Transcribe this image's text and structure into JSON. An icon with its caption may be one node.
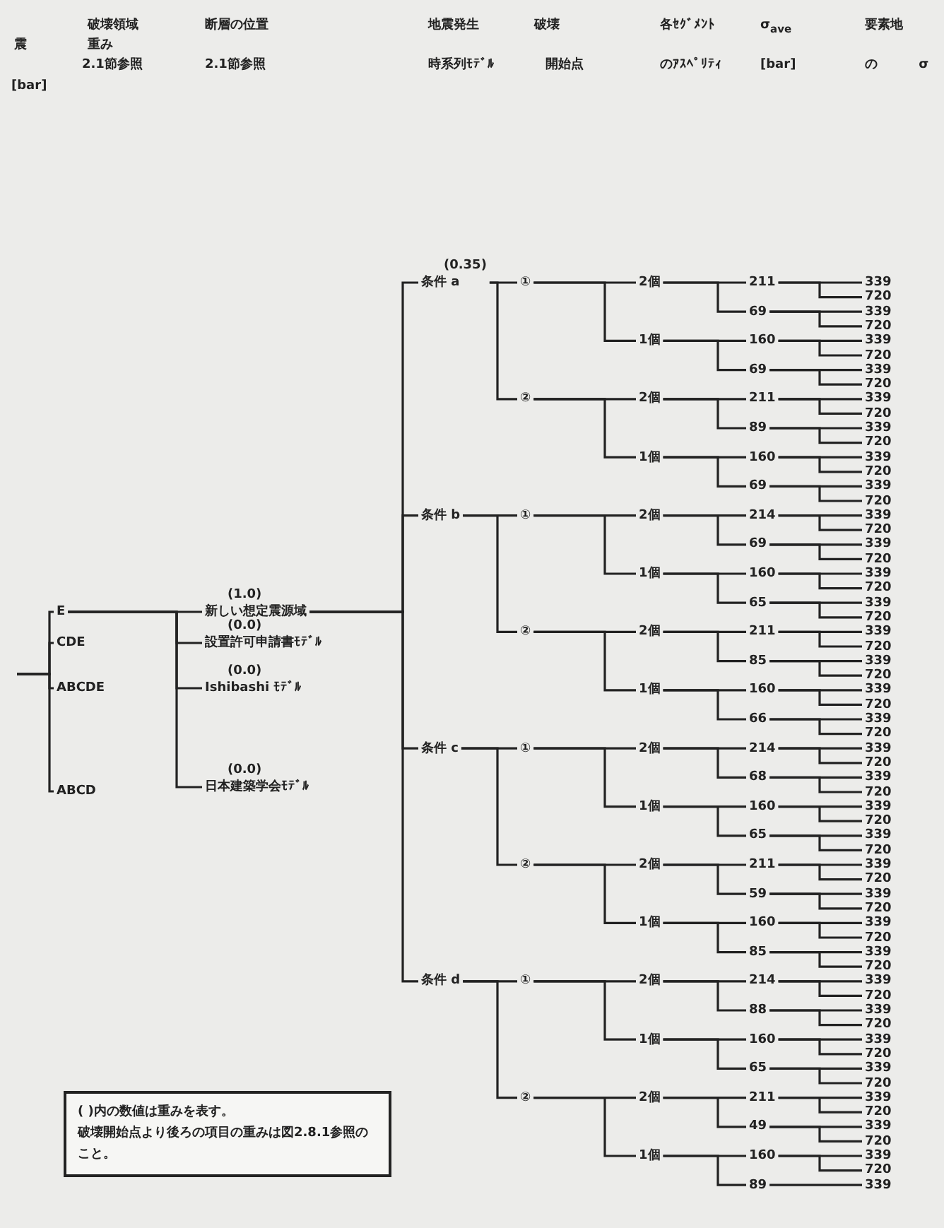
{
  "diagram": {
    "nodes": [
      {
        "text": [
          "E"
        ]
      },
      {
        "text": [
          "CDE"
        ]
      },
      {
        "text": [
          "ABCDE"
        ]
      },
      {
        "text": [
          "ABCD"
        ]
      },
      {
        "text": [
          "(1.0)",
          "新しい想定震源域"
        ]
      },
      {
        "text": [
          "(0.0)",
          "設置許可申請書ﾓﾃﾞﾙ"
        ]
      },
      {
        "text": [
          "(0.0)",
          "Ishibashi ﾓﾃﾞﾙ"
        ]
      },
      {
        "text": [
          "(0.0)",
          "日本建築学会ﾓﾃﾞﾙ"
        ]
      },
      {
        "text": [
          "(0.35)",
          "条件 a"
        ]
      },
      {
        "text": [
          "条件 b"
        ]
      },
      {
        "text": [
          "条件 c"
        ]
      },
      {
        "text": [
          "条件 d"
        ]
      },
      {
        "text": [
          "①"
        ]
      },
      {
        "text": [
          "②"
        ]
      },
      {
        "text": [
          "①"
        ]
      },
      {
        "text": [
          "②"
        ]
      },
      {
        "text": [
          "①"
        ]
      },
      {
        "text": [
          "②"
        ]
      },
      {
        "text": [
          "①"
        ]
      },
      {
        "text": [
          "②"
        ]
      },
      {
        "text": [
          "2個"
        ]
      },
      {
        "text": [
          "1個"
        ]
      },
      {
        "text": [
          "2個"
        ]
      },
      {
        "text": [
          "1個"
        ]
      },
      {
        "text": [
          "2個"
        ]
      },
      {
        "text": [
          "1個"
        ]
      },
      {
        "text": [
          "2個"
        ]
      },
      {
        "text": [
          "1個"
        ]
      },
      {
        "text": [
          "2個"
        ]
      },
      {
        "text": [
          "1個"
        ]
      },
      {
        "text": [
          "2個"
        ]
      },
      {
        "text": [
          "1個"
        ]
      },
      {
        "text": [
          "2個"
        ]
      },
      {
        "text": [
          "1個"
        ]
      },
      {
        "text": [
          "2個"
        ]
      },
      {
        "text": [
          "1個"
        ]
      },
      {
        "text": [
          "211"
        ]
      },
      {
        "text": [
          "69"
        ]
      },
      {
        "text": [
          "160"
        ]
      },
      {
        "text": [
          "69"
        ]
      },
      {
        "text": [
          "211"
        ]
      },
      {
        "text": [
          "89"
        ]
      },
      {
        "text": [
          "160"
        ]
      },
      {
        "text": [
          "69"
        ]
      },
      {
        "text": [
          "214"
        ]
      },
      {
        "text": [
          "69"
        ]
      },
      {
        "text": [
          "160"
        ]
      },
      {
        "text": [
          "65"
        ]
      },
      {
        "text": [
          "211"
        ]
      },
      {
        "text": [
          "85"
        ]
      },
      {
        "text": [
          "160"
        ]
      },
      {
        "text": [
          "66"
        ]
      },
      {
        "text": [
          "214"
        ]
      },
      {
        "text": [
          "68"
        ]
      },
      {
        "text": [
          "160"
        ]
      },
      {
        "text": [
          "65"
        ]
      },
      {
        "text": [
          "211"
        ]
      },
      {
        "text": [
          "59"
        ]
      },
      {
        "text": [
          "160"
        ]
      },
      {
        "text": [
          "85"
        ]
      },
      {
        "text": [
          "214"
        ]
      },
      {
        "text": [
          "88"
        ]
      },
      {
        "text": [
          "160"
        ]
      },
      {
        "text": [
          "65"
        ]
      },
      {
        "text": [
          "211"
        ]
      },
      {
        "text": [
          "49"
        ]
      },
      {
        "text": [
          "160"
        ]
      },
      {
        "text": [
          "89"
        ]
      },
      {
        "text": [
          "339"
        ]
      },
      {
        "text": [
          "720"
        ]
      },
      {
        "text": [
          "339"
        ]
      },
      {
        "text": [
          "720"
        ]
      },
      {
        "text": [
          "339"
        ]
      },
      {
        "text": [
          "720"
        ]
      },
      {
        "text": [
          "339"
        ]
      },
      {
        "text": [
          "720"
        ]
      },
      {
        "text": [
          "339"
        ]
      },
      {
        "text": [
          "720"
        ]
      },
      {
        "text": [
          "339"
        ]
      },
      {
        "text": [
          "720"
        ]
      },
      {
        "text": [
          "339"
        ]
      },
      {
        "text": [
          "720"
        ]
      },
      {
        "text": [
          "339"
        ]
      },
      {
        "text": [
          "720"
        ]
      },
      {
        "text": [
          "339"
        ]
      },
      {
        "text": [
          "720"
        ]
      },
      {
        "text": [
          "339"
        ]
      },
      {
        "text": [
          "720"
        ]
      },
      {
        "text": [
          "339"
        ]
      },
      {
        "text": [
          "720"
        ]
      },
      {
        "text": [
          "339"
        ]
      },
      {
        "text": [
          "720"
        ]
      },
      {
        "text": [
          "339"
        ]
      },
      {
        "text": [
          "720"
        ]
      },
      {
        "text": [
          "339"
        ]
      },
      {
        "text": [
          "720"
        ]
      },
      {
        "text": [
          "339"
        ]
      },
      {
        "text": [
          "720"
        ]
      },
      {
        "text": [
          "339"
        ]
      },
      {
        "text": [
          "720"
        ]
      },
      {
        "text": [
          "339"
        ]
      },
      {
        "text": [
          "720"
        ]
      },
      {
        "text": [
          "339"
        ]
      },
      {
        "text": [
          "720"
        ]
      },
      {
        "text": [
          "339"
        ]
      },
      {
        "text": [
          "720"
        ]
      },
      {
        "text": [
          "339"
        ]
      },
      {
        "text": [
          "720"
        ]
      },
      {
        "text": [
          "339"
        ]
      },
      {
        "text": [
          "720"
        ]
      },
      {
        "text": [
          "339"
        ]
      },
      {
        "text": [
          "720"
        ]
      },
      {
        "text": [
          "339"
        ]
      },
      {
        "text": [
          "720"
        ]
      },
      {
        "text": [
          "339"
        ]
      },
      {
        "text": [
          "720"
        ]
      },
      {
        "text": [
          "339"
        ]
      },
      {
        "text": [
          "720"
        ]
      },
      {
        "text": [
          "339"
        ]
      },
      {
        "text": [
          "720"
        ]
      },
      {
        "text": [
          "339"
        ]
      },
      {
        "text": [
          "720"
        ]
      },
      {
        "text": [
          "339"
        ]
      },
      {
        "text": [
          "720"
        ]
      },
      {
        "text": [
          "339"
        ]
      },
      {
        "text": [
          "720"
        ]
      },
      {
        "text": [
          "339"
        ]
      },
      {
        "text": [
          "720"
        ]
      },
      {
        "text": [
          "339"
        ]
      },
      {
        "text": [
          "720"
        ]
      },
      {
        "text": [
          "339"
        ]
      },
      {
        "text": [
          "( )内の数値は重みを表す。",
          "破壊開始点より後ろの項目の重みは図2.8.1参照のこと。"
        ]
      }
    ],
    "edges": [
      {
        "from": null,
        "to": 0,
        "arrow": "none"
      },
      {
        "from": null,
        "to": 1,
        "arrow": "none"
      },
      {
        "from": null,
        "to": 2,
        "arrow": "none"
      },
      {
        "from": null,
        "to": 3,
        "arrow": "none"
      },
      {
        "from": 0,
        "to": 4,
        "arrow": "none"
      },
      {
        "from": 0,
        "to": 5,
        "arrow": "none"
      },
      {
        "from": 0,
        "to": 6,
        "arrow": "none"
      },
      {
        "from": 0,
        "to": 7,
        "arrow": "none"
      },
      {
        "from": 4,
        "to": 8,
        "arrow": "none"
      },
      {
        "from": 4,
        "to": 9,
        "arrow": "none"
      },
      {
        "from": 4,
        "to": 10,
        "arrow": "none"
      },
      {
        "from": 4,
        "to": 11,
        "arrow": "none"
      },
      {
        "from": 8,
        "to": 12,
        "arrow": "none"
      },
      {
        "from": 8,
        "to": 13,
        "arrow": "none"
      },
      {
        "from": 9,
        "to": 14,
        "arrow": "none"
      },
      {
        "from": 9,
        "to": 15,
        "arrow": "none"
      },
      {
        "from": 10,
        "to": 16,
        "arrow": "none"
      },
      {
        "from": 10,
        "to": 17,
        "arrow": "none"
      },
      {
        "from": 11,
        "to": 18,
        "arrow": "none"
      },
      {
        "from": 11,
        "to": 19,
        "arrow": "none"
      },
      {
        "from": 12,
        "to": 20,
        "arrow": "none"
      },
      {
        "from": 12,
        "to": 21,
        "arrow": "none"
      },
      {
        "from": 13,
        "to": 22,
        "arrow": "none"
      },
      {
        "from": 13,
        "to": 23,
        "arrow": "none"
      },
      {
        "from": 14,
        "to": 24,
        "arrow": "none"
      },
      {
        "from": 14,
        "to": 25,
        "arrow": "none"
      },
      {
        "from": 15,
        "to": 26,
        "arrow": "none"
      },
      {
        "from": 15,
        "to": 27,
        "arrow": "none"
      },
      {
        "from": 16,
        "to": 28,
        "arrow": "none"
      },
      {
        "from": 16,
        "to": 29,
        "arrow": "none"
      },
      {
        "from": 17,
        "to": 30,
        "arrow": "none"
      },
      {
        "from": 17,
        "to": 31,
        "arrow": "none"
      },
      {
        "from": 18,
        "to": 32,
        "arrow": "none"
      },
      {
        "from": 18,
        "to": 33,
        "arrow": "none"
      },
      {
        "from": 19,
        "to": 34,
        "arrow": "none"
      },
      {
        "from": 19,
        "to": 35,
        "arrow": "none"
      },
      {
        "from": 20,
        "to": 36,
        "arrow": "none"
      },
      {
        "from": 20,
        "to": 37,
        "arrow": "none"
      },
      {
        "from": 21,
        "to": 38,
        "arrow": "none"
      },
      {
        "from": 21,
        "to": 39,
        "arrow": "none"
      },
      {
        "from": 22,
        "to": 40,
        "arrow": "none"
      },
      {
        "from": 22,
        "to": 41,
        "arrow": "none"
      },
      {
        "from": 23,
        "to": 42,
        "arrow": "none"
      },
      {
        "from": 23,
        "to": 43,
        "arrow": "none"
      },
      {
        "from": 24,
        "to": 44,
        "arrow": "none"
      },
      {
        "from": 24,
        "to": 45,
        "arrow": "none"
      },
      {
        "from": 25,
        "to": 46,
        "arrow": "none"
      },
      {
        "from": 25,
        "to": 47,
        "arrow": "none"
      },
      {
        "from": 26,
        "to": 48,
        "arrow": "none"
      },
      {
        "from": 26,
        "to": 49,
        "arrow": "none"
      },
      {
        "from": 27,
        "to": 50,
        "arrow": "none"
      },
      {
        "from": 27,
        "to": 51,
        "arrow": "none"
      },
      {
        "from": 28,
        "to": 52,
        "arrow": "none"
      },
      {
        "from": 28,
        "to": 53,
        "arrow": "none"
      },
      {
        "from": 29,
        "to": 54,
        "arrow": "none"
      },
      {
        "from": 29,
        "to": 55,
        "arrow": "none"
      },
      {
        "from": 30,
        "to": 56,
        "arrow": "none"
      },
      {
        "from": 30,
        "to": 57,
        "arrow": "none"
      },
      {
        "from": 31,
        "to": 58,
        "arrow": "none"
      },
      {
        "from": 31,
        "to": 59,
        "arrow": "none"
      },
      {
        "from": 32,
        "to": 60,
        "arrow": "none"
      },
      {
        "from": 32,
        "to": 61,
        "arrow": "none"
      },
      {
        "from": 33,
        "to": 62,
        "arrow": "none"
      },
      {
        "from": 33,
        "to": 63,
        "arrow": "none"
      },
      {
        "from": 34,
        "to": 64,
        "arrow": "none"
      },
      {
        "from": 34,
        "to": 65,
        "arrow": "none"
      },
      {
        "from": 35,
        "to": 66,
        "arrow": "none"
      },
      {
        "from": 35,
        "to": 67,
        "arrow": "none"
      },
      {
        "from": 36,
        "to": 68,
        "arrow": "none"
      },
      {
        "from": 36,
        "to": 69,
        "arrow": "none"
      },
      {
        "from": 37,
        "to": 70,
        "arrow": "none"
      },
      {
        "from": 37,
        "to": 71,
        "arrow": "none"
      },
      {
        "from": 38,
        "to": 72,
        "arrow": "none"
      },
      {
        "from": 38,
        "to": 73,
        "arrow": "none"
      },
      {
        "from": 39,
        "to": 74,
        "arrow": "none"
      },
      {
        "from": 39,
        "to": 75,
        "arrow": "none"
      },
      {
        "from": 40,
        "to": 76,
        "arrow": "none"
      },
      {
        "from": 40,
        "to": 77,
        "arrow": "none"
      },
      {
        "from": 41,
        "to": 78,
        "arrow": "none"
      },
      {
        "from": 41,
        "to": 79,
        "arrow": "none"
      },
      {
        "from": 42,
        "to": 80,
        "arrow": "none"
      },
      {
        "from": 42,
        "to": 81,
        "arrow": "none"
      },
      {
        "from": 43,
        "to": 82,
        "arrow": "none"
      },
      {
        "from": 43,
        "to": 83,
        "arrow": "none"
      },
      {
        "from": 44,
        "to": 84,
        "arrow": "none"
      },
      {
        "from": 44,
        "to": 85,
        "arrow": "none"
      },
      {
        "from": 45,
        "to": 86,
        "arrow": "none"
      },
      {
        "from": 45,
        "to": 87,
        "arrow": "none"
      },
      {
        "from": 46,
        "to": 88,
        "arrow": "none"
      },
      {
        "from": 46,
        "to": 89,
        "arrow": "none"
      },
      {
        "from": 47,
        "to": 90,
        "arrow": "none"
      },
      {
        "from": 47,
        "to": 91,
        "arrow": "none"
      },
      {
        "from": 48,
        "to": 92,
        "arrow": "none"
      },
      {
        "from": 48,
        "to": 93,
        "arrow": "none"
      },
      {
        "from": 49,
        "to": 94,
        "arrow": "none"
      },
      {
        "from": 49,
        "to": 95,
        "arrow": "none"
      },
      {
        "from": 50,
        "to": 96,
        "arrow": "none"
      },
      {
        "from": 50,
        "to": 97,
        "arrow": "none"
      },
      {
        "from": 51,
        "to": 98,
        "arrow": "none"
      },
      {
        "from": 51,
        "to": 99,
        "arrow": "none"
      },
      {
        "from": 52,
        "to": 100,
        "arrow": "none"
      },
      {
        "from": 52,
        "to": 101,
        "arrow": "none"
      },
      {
        "from": 53,
        "to": 102,
        "arrow": "none"
      },
      {
        "from": 53,
        "to": 103,
        "arrow": "none"
      },
      {
        "from": 54,
        "to": 104,
        "arrow": "none"
      },
      {
        "from": 54,
        "to": 105,
        "arrow": "none"
      },
      {
        "from": 55,
        "to": 106,
        "arrow": "none"
      },
      {
        "from": 55,
        "to": 107,
        "arrow": "none"
      },
      {
        "from": 56,
        "to": 108,
        "arrow": "none"
      },
      {
        "from": 56,
        "to": 109,
        "arrow": "none"
      },
      {
        "from": 57,
        "to": 110,
        "arrow": "none"
      },
      {
        "from": 57,
        "to": 111,
        "arrow": "none"
      },
      {
        "from": 58,
        "to": 112,
        "arrow": "none"
      },
      {
        "from": 58,
        "to": 113,
        "arrow": "none"
      },
      {
        "from": 59,
        "to": 114,
        "arrow": "none"
      },
      {
        "from": 59,
        "to": 115,
        "arrow": "none"
      },
      {
        "from": 60,
        "to": 116,
        "arrow": "none"
      },
      {
        "from": 60,
        "to": 117,
        "arrow": "none"
      },
      {
        "from": 61,
        "to": 118,
        "arrow": "none"
      },
      {
        "from": 61,
        "to": 119,
        "arrow": "none"
      },
      {
        "from": 62,
        "to": 120,
        "arrow": "none"
      },
      {
        "from": 62,
        "to": 121,
        "arrow": "none"
      },
      {
        "from": 63,
        "to": 122,
        "arrow": "none"
      },
      {
        "from": 63,
        "to": 123,
        "arrow": "none"
      },
      {
        "from": 64,
        "to": 124,
        "arrow": "none"
      },
      {
        "from": 64,
        "to": 125,
        "arrow": "none"
      },
      {
        "from": 65,
        "to": 126,
        "arrow": "none"
      },
      {
        "from": 65,
        "to": 127,
        "arrow": "none"
      },
      {
        "from": 66,
        "to": 128,
        "arrow": "none"
      },
      {
        "from": 66,
        "to": 129,
        "arrow": "none"
      },
      {
        "from": 67,
        "to": 130,
        "arrow": "none"
      }
    ],
    "labels": [
      "破壊領域",
      "断層の位置",
      "地震発生",
      "破壊",
      "各ｾｸﾞﾒﾝﾄ",
      "σ$_{ave}$",
      "要素地",
      "震",
      "重み",
      "2.1節参照",
      "2.1節参照",
      "時系列ﾓﾃﾞﾙ",
      "開始点",
      "のｱｽﾍﾟﾘﾃｨ",
      "[bar]",
      "の σ",
      "[bar]"
    ]
  }
}
